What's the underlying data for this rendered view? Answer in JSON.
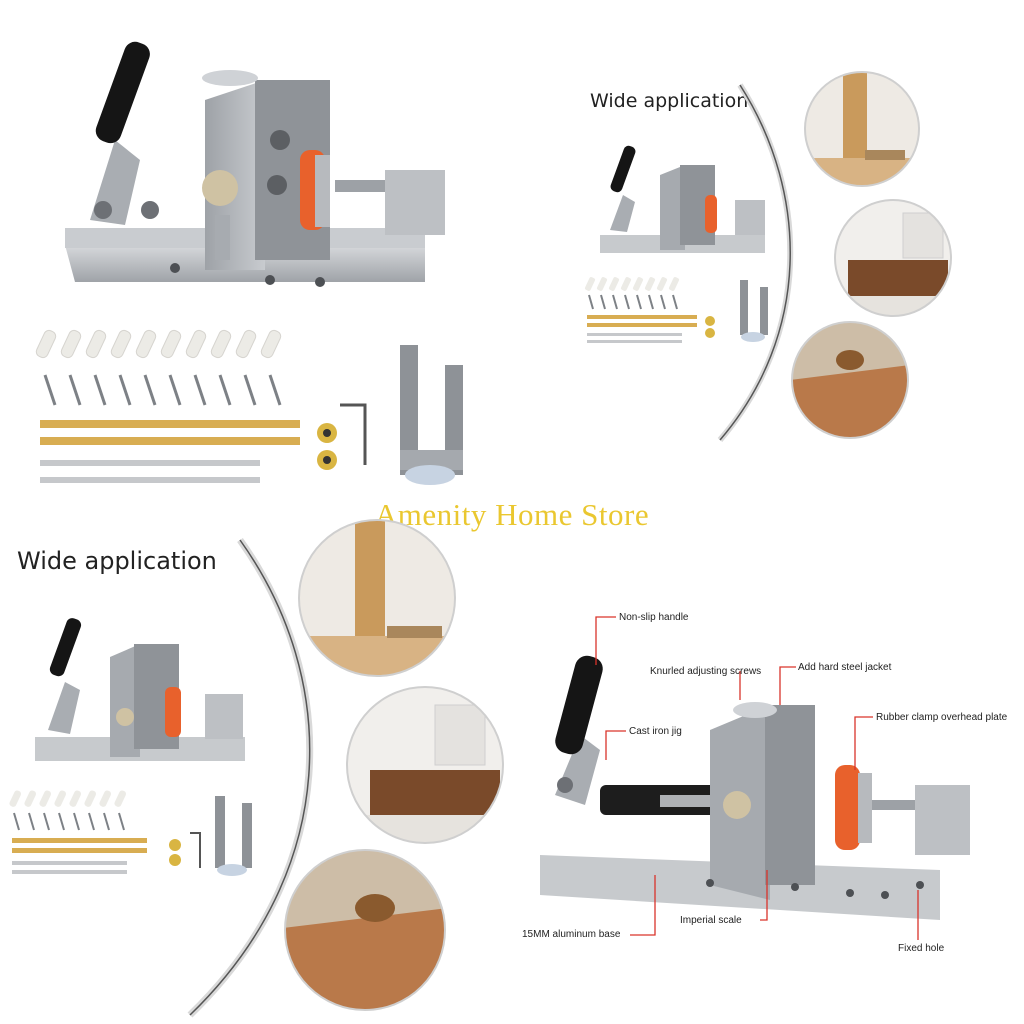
{
  "watermark": "Amenity Home Store",
  "headings": {
    "top_right": "Wide application",
    "bottom_left": "Wide application"
  },
  "callouts": {
    "non_slip_handle": "Non-slip handle",
    "knurled_screws": "Knurled adjusting screws",
    "steel_jacket": "Add hard steel jacket",
    "cast_iron_jig": "Cast iron jig",
    "rubber_clamp": "Rubber clamp overhead plate",
    "aluminum_base": "15MM aluminum base",
    "imperial_scale": "Imperial scale",
    "fixed_hole": "Fixed hole"
  },
  "colors": {
    "accent_line": "#d9342b",
    "watermark": "#e8c21a",
    "clamp_orange": "#e8612c",
    "metal": "#b9bcc0",
    "wood": "#b9794a"
  }
}
